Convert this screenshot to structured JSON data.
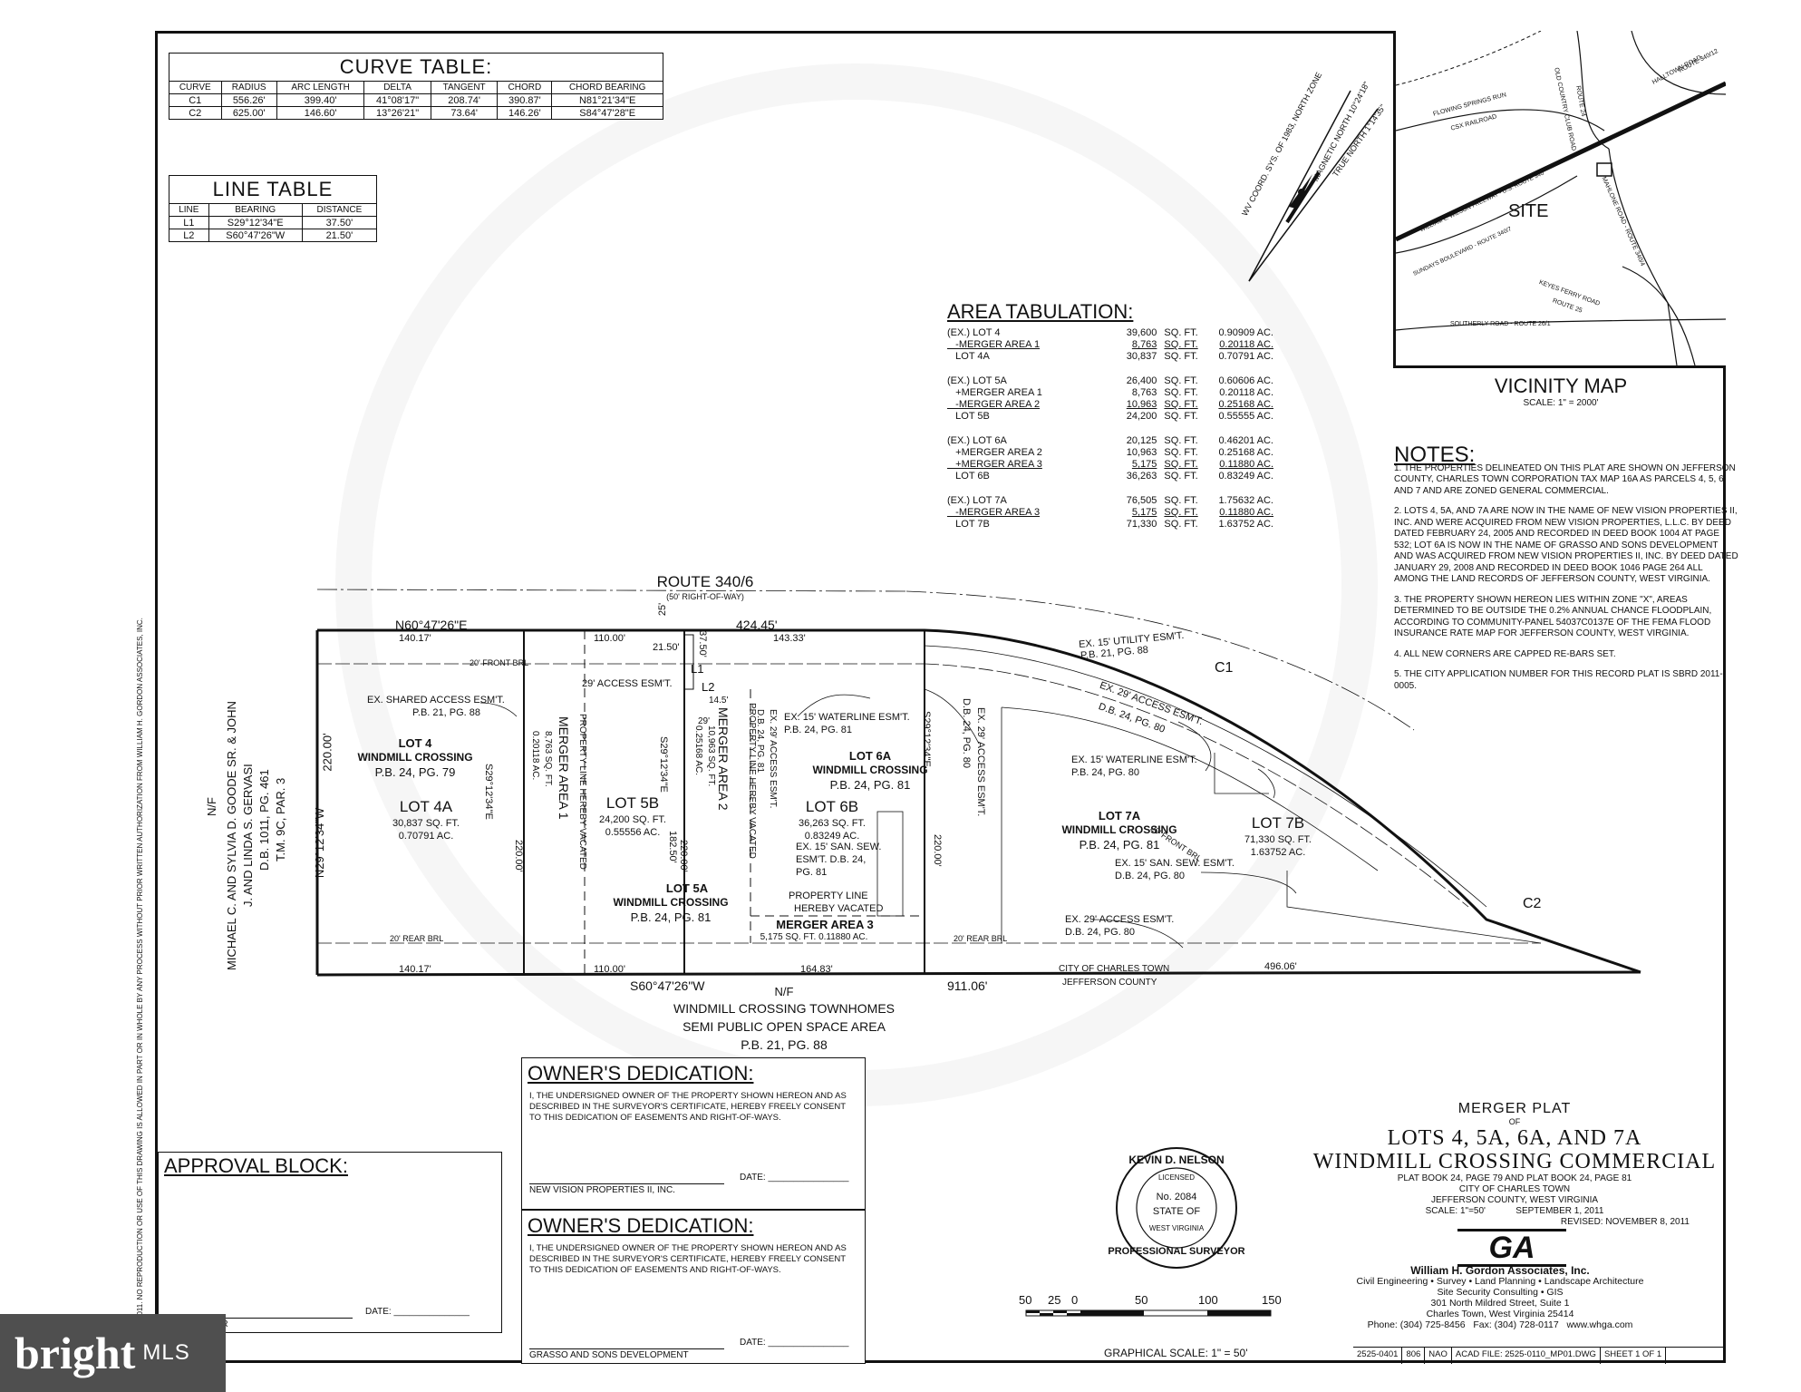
{
  "curve_table": {
    "title": "CURVE TABLE:",
    "headers": [
      "CURVE",
      "RADIUS",
      "ARC LENGTH",
      "DELTA",
      "TANGENT",
      "CHORD",
      "CHORD BEARING"
    ],
    "rows": [
      [
        "C1",
        "556.26'",
        "399.40'",
        "41°08'17\"",
        "208.74'",
        "390.87'",
        "N81°21'34\"E"
      ],
      [
        "C2",
        "625.00'",
        "146.60'",
        "13°26'21\"",
        "73.64'",
        "146.26'",
        "S84°47'28\"E"
      ]
    ]
  },
  "line_table": {
    "title": "LINE TABLE",
    "headers": [
      "LINE",
      "BEARING",
      "DISTANCE"
    ],
    "rows": [
      [
        "L1",
        "S29°12'34\"E",
        "37.50'"
      ],
      [
        "L2",
        "S60°47'26\"W",
        "21.50'"
      ]
    ]
  },
  "area_tabulation": {
    "title": "AREA TABULATION:",
    "groups": [
      [
        {
          "label": "(EX.) LOT 4",
          "sqft": "39,600",
          "unit": "SQ. FT.",
          "ac": "0.90909 AC.",
          "ul": false
        },
        {
          "label": "-MERGER AREA 1",
          "sqft": "8,763",
          "unit": "SQ. FT.",
          "ac": "0.20118 AC.",
          "ul": true
        },
        {
          "label": "LOT 4A",
          "sqft": "30,837",
          "unit": "SQ. FT.",
          "ac": "0.70791 AC.",
          "ul": false
        }
      ],
      [
        {
          "label": "(EX.) LOT 5A",
          "sqft": "26,400",
          "unit": "SQ. FT.",
          "ac": "0.60606 AC.",
          "ul": false
        },
        {
          "label": "+MERGER AREA 1",
          "sqft": "8,763",
          "unit": "SQ. FT.",
          "ac": "0.20118 AC.",
          "ul": false
        },
        {
          "label": "-MERGER AREA 2",
          "sqft": "10,963",
          "unit": "SQ. FT.",
          "ac": "0.25168 AC.",
          "ul": true
        },
        {
          "label": "LOT 5B",
          "sqft": "24,200",
          "unit": "SQ. FT.",
          "ac": "0.55555 AC.",
          "ul": false
        }
      ],
      [
        {
          "label": "(EX.) LOT 6A",
          "sqft": "20,125",
          "unit": "SQ. FT.",
          "ac": "0.46201 AC.",
          "ul": false
        },
        {
          "label": "+MERGER AREA 2",
          "sqft": "10,963",
          "unit": "SQ. FT.",
          "ac": "0.25168 AC.",
          "ul": false
        },
        {
          "label": "+MERGER AREA 3",
          "sqft": "5,175",
          "unit": "SQ. FT.",
          "ac": "0.11880 AC.",
          "ul": true
        },
        {
          "label": "LOT 6B",
          "sqft": "36,263",
          "unit": "SQ. FT.",
          "ac": "0.83249 AC.",
          "ul": false
        }
      ],
      [
        {
          "label": "(EX.) LOT 7A",
          "sqft": "76,505",
          "unit": "SQ. FT.",
          "ac": "1.75632 AC.",
          "ul": false
        },
        {
          "label": "-MERGER AREA 3",
          "sqft": "5,175",
          "unit": "SQ. FT.",
          "ac": "0.11880 AC.",
          "ul": true
        },
        {
          "label": "LOT 7B",
          "sqft": "71,330",
          "unit": "SQ. FT.",
          "ac": "1.63752 AC.",
          "ul": false
        }
      ]
    ]
  },
  "vicinity_map": {
    "title": "VICINITY MAP",
    "scale": "SCALE: 1\" = 2000'",
    "labels": {
      "site": "SITE",
      "flowing": "FLOWING SPRINGS RUN",
      "csx": "CSX RAILROAD",
      "old_country": "OLD COUNTRY CLUB ROAD",
      "route24": "ROUTE 24",
      "halltown": "HALLTOWN ROAD",
      "route340_12": "ROUTE 340/12",
      "freeway": "WILLIAM L. WILSON FREEWAY - U.S. ROUTE 340",
      "sundays": "SUNDAYS BOULEVARD - ROUTE 340/7",
      "mahlone": "MAHLONE ROAD - ROUTE 340/4",
      "keyes": "KEYES FERRY ROAD",
      "route25": "ROUTE 25",
      "southerly": "SOUTHERLY ROAD - ROUTE 26/1"
    }
  },
  "north_arrow": {
    "magnetic": "MAGNETIC NORTH",
    "true": "TRUE NORTH",
    "angle1": "10°24'18\"",
    "angle2": "1°14'35\"",
    "basis": "WV COORD. SYS. OF 1983, NORTH ZONE"
  },
  "notes": {
    "title": "NOTES:",
    "items": [
      "1. THE PROPERTIES DELINEATED ON THIS PLAT ARE SHOWN ON JEFFERSON COUNTY, CHARLES TOWN CORPORATION TAX MAP 16A AS PARCELS 4, 5, 6 AND 7 AND ARE ZONED GENERAL COMMERCIAL.",
      "2. LOTS 4, 5A, AND 7A ARE NOW IN THE NAME OF NEW VISION PROPERTIES II, INC. AND WERE ACQUIRED FROM NEW VISION PROPERTIES, L.L.C. BY DEED DATED FEBRUARY 24, 2005 AND RECORDED IN DEED BOOK 1004 AT PAGE 532; LOT 6A IS NOW IN THE NAME OF GRASSO AND SONS DEVELOPMENT AND WAS ACQUIRED FROM NEW VISION PROPERTIES II, INC. BY DEED DATED JANUARY 29, 2008 AND RECORDED IN DEED BOOK 1046 PAGE 264 ALL AMONG THE LAND RECORDS OF JEFFERSON COUNTY, WEST VIRGINIA.",
      "3. THE PROPERTY SHOWN HEREON LIES WITHIN ZONE \"X\", AREAS DETERMINED TO BE OUTSIDE THE 0.2% ANNUAL CHANCE FLOODPLAIN, ACCORDING TO COMMUNITY-PANEL 54037C0137E OF THE FEMA FLOOD INSURANCE RATE MAP FOR JEFFERSON COUNTY, WEST VIRGINIA.",
      "4. ALL NEW CORNERS ARE CAPPED RE-BARS SET.",
      "5. THE CITY APPLICATION NUMBER FOR THIS RECORD PLAT IS SBRD 2011-0005."
    ]
  },
  "plat": {
    "route": "ROUTE 340/6",
    "row": "(50' RIGHT-OF-WAY)",
    "north_bearing": "N60°47'26\"E",
    "north_total": "424.45'",
    "south_bearing": "S60°47'26\"W",
    "south_total": "911.06'",
    "west_bearing": "N29°12'34\"W",
    "west_dist": "220.00'",
    "d_140_top": "140.17'",
    "d_140_bot": "140.17'",
    "d_110_top": "110.00'",
    "d_110_bot": "110.00'",
    "d_2150": "21.50'",
    "d_3750": "37.50'",
    "d_14333": "143.33'",
    "d_16483": "164.83'",
    "d_49606": "496.06'",
    "d_25": "25'",
    "d_145": "14.5'",
    "d_29": "29'",
    "l2": "L2",
    "l1": "L1",
    "c1": "C1",
    "c2": "C2",
    "d_220_a": "220.00'",
    "d_220_b": "220.00'",
    "d_220_c": "220.00'",
    "d_18250": "182.50'",
    "b_a": "S29°12'34\"E",
    "b_b": "S29°12'34\"E",
    "b_c": "S29°12'34\"E",
    "front_brl": "20' FRONT BRL",
    "front_brl2": "20' FRONT BRL",
    "rear_brl": "20' REAR BRL",
    "rear_brl2": "20' REAR BRL",
    "access_29": "29' ACCESS ESM'T.",
    "shared_access": "EX. SHARED ACCESS ESM'T.",
    "shared_access_ref": "P.B. 21, PG. 88",
    "utility": "EX. 15' UTILITY ESM'T.",
    "utility_ref": "P.B. 21, PG. 88",
    "waterline1": "EX. 15' WATERLINE ESM'T.",
    "waterline1_ref": "P.B. 24, PG. 81",
    "waterline2": "EX. 15' WATERLINE ESM'T.",
    "waterline2_ref": "P.B. 24, PG. 80",
    "access_e1": "EX. 29' ACCESS ESM'T.",
    "access_e1_ref": "D.B. 24, PG. 80",
    "access_e2": "EX. 29' ACCESS ESM'T.",
    "access_e2_ref": "D.B. 24, PG. 80",
    "access_e3": "EX. 29' ACCESS ESM'T.",
    "access_e3_ref": "D.B. 24, PG. 80",
    "access_e4": "EX. 29' ACCESS ESM'T.",
    "access_e4_ref": "D.B. 24, PG. 81",
    "sansew1": "EX. 15' SAN. SEW.",
    "sansew1b": "ESM'T. D.B. 24,",
    "sansew1c": "PG. 81",
    "sansew2": "EX. 15' SAN. SEW. ESM'T.",
    "sansew2_ref": "D.B. 24, PG. 80",
    "propline1": "PROPERTY LINE HEREBY VACATED",
    "propline2": "PROPERTY LINE HEREBY VACATED",
    "propline3": "PROPERTY LINE",
    "propline3b": "HEREBY VACATED",
    "lot4_a": "LOT 4",
    "lot4_b": "WINDMILL CROSSING",
    "lot4_c": "P.B. 24, PG. 79",
    "lot4a": "LOT 4A",
    "lot4a_sf": "30,837 SQ. FT.",
    "lot4a_ac": "0.70791 AC.",
    "ma1": "MERGER AREA 1",
    "ma1_sf": "8,763 SQ. FT.",
    "ma1_ac": "0.20118 AC.",
    "lot5b": "LOT 5B",
    "lot5b_sf": "24,200 SQ. FT.",
    "lot5b_ac": "0.55556 AC.",
    "lot5a_a": "LOT 5A",
    "lot5a_b": "WINDMILL CROSSING",
    "lot5a_c": "P.B. 24, PG. 81",
    "ma2": "MERGER AREA 2",
    "ma2_sf": "10,963 SQ. FT.",
    "ma2_ac": "0.25168 AC.",
    "lot6a_a": "LOT 6A",
    "lot6a_b": "WINDMILL CROSSING",
    "lot6a_c": "P.B. 24, PG. 81",
    "lot6b": "LOT 6B",
    "lot6b_sf": "36,263 SQ. FT.",
    "lot6b_ac": "0.83249 AC.",
    "ma3": "MERGER AREA 3",
    "ma3_sfac": "5,175 SQ. FT. 0.11880 AC.",
    "lot7a_a": "LOT 7A",
    "lot7a_b": "WINDMILL CROSSING",
    "lot7a_c": "P.B. 24, PG. 81",
    "lot7b": "LOT 7B",
    "lot7b_sf": "71,330 SQ. FT.",
    "lot7b_ac": "1.63752 AC.",
    "city": "CITY OF CHARLES TOWN",
    "county": "JEFFERSON COUNTY",
    "adj_w1": "N/F",
    "adj_w2": "MICHAEL C. AND SYLVIA D. GOODE SR. & JOHN",
    "adj_w3": "J. AND LINDA S. GERVASI",
    "adj_w4": "D.B. 1011, PG. 461",
    "adj_w5": "T.M. 9C, PAR. 3",
    "adj_s1": "N/F",
    "adj_s2": "WINDMILL CROSSING TOWNHOMES",
    "adj_s3": "SEMI PUBLIC OPEN SPACE AREA",
    "adj_s4": "P.B. 21, PG. 88"
  },
  "dedications": [
    {
      "title": "OWNER'S DEDICATION:",
      "body": "I, THE UNDERSIGNED OWNER OF THE PROPERTY SHOWN HEREON AND AS DESCRIBED IN THE SURVEYOR'S CERTIFICATE, HEREBY FREELY CONSENT TO THIS DEDICATION OF EASEMENTS AND RIGHT-OF-WAYS.",
      "signer": "NEW VISION PROPERTIES II, INC.",
      "date": "DATE:"
    },
    {
      "title": "OWNER'S DEDICATION:",
      "body": "I, THE UNDERSIGNED OWNER OF THE PROPERTY SHOWN HEREON AND AS DESCRIBED IN THE SURVEYOR'S CERTIFICATE, HEREBY FREELY CONSENT TO THIS DEDICATION OF EASEMENTS AND RIGHT-OF-WAYS.",
      "signer": "GRASSO AND SONS DEVELOPMENT",
      "date": "DATE:"
    }
  ],
  "approval": {
    "title": "APPROVAL BLOCK:",
    "signer": "CITY PLANNER",
    "date": "DATE:"
  },
  "title_block": {
    "l1": "MERGER PLAT",
    "l2": "OF",
    "l3": "LOTS 4, 5A, 6A, AND 7A",
    "l4": "WINDMILL CROSSING COMMERCIAL",
    "l5": "PLAT BOOK 24, PAGE 79 AND PLAT BOOK 24, PAGE 81",
    "l6": "CITY OF CHARLES TOWN",
    "l7": "JEFFERSON COUNTY, WEST VIRGINIA",
    "scale": "SCALE: 1\"=50'",
    "date": "SEPTEMBER 1, 2011",
    "revised": "REVISED: NOVEMBER 8, 2011"
  },
  "seal": {
    "name": "KEVIN D. NELSON",
    "licensed": "LICENSED",
    "no": "No. 2084",
    "state_of": "STATE OF",
    "state": "WEST VIRGINIA",
    "title": "PROFESSIONAL SURVEYOR"
  },
  "firm": {
    "logo": "GA",
    "name": "William H. Gordon Associates, Inc.",
    "services": "Civil Engineering • Survey • Land Planning • Landscape Architecture",
    "services2": "Site Security Consulting • GIS",
    "addr1": "301 North Mildred Street, Suite 1",
    "addr2": "Charles Town, West Virginia 25414",
    "phone": "Phone: (304) 725-8456",
    "fax": "Fax: (304) 728-0117",
    "web": "www.whga.com"
  },
  "footer": [
    "2525-0401",
    "806",
    "NAO",
    "ACAD FILE: 2525-0110_MP01.DWG",
    "SHEET 1 OF 1"
  ],
  "scale_bar": {
    "ticks": [
      "50",
      "25",
      "0",
      "50",
      "100",
      "150"
    ],
    "caption": "GRAPHICAL SCALE: 1\" = 50'"
  },
  "side_note": "2011. NO REPRODUCTION OR USE OF THIS DRAWING IS ALLOWED IN PART OR IN WHOLE BY ANY PROCESS WITHOUT PRIOR WRITTEN AUTHORIZATION FROM WILLIAM H. GORDON ASSOCIATES, INC.",
  "watermark": {
    "brand": "bright",
    "mls": "MLS"
  }
}
